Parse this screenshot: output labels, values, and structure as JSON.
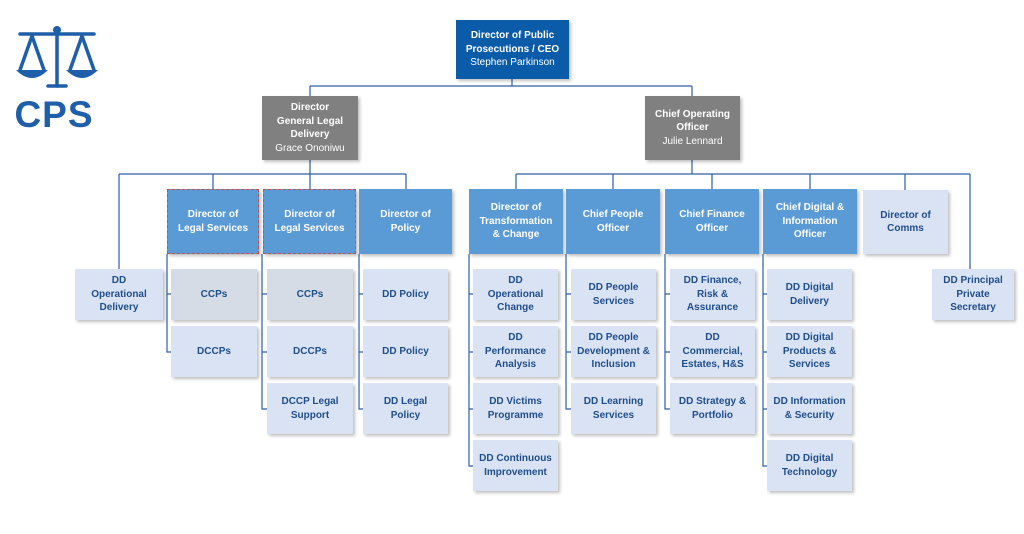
{
  "logo": {
    "text": "CPS",
    "icon": "scales-of-justice-icon",
    "color": "#1f5ea8"
  },
  "colors": {
    "top": "#0a5ba8",
    "level1": "#808080",
    "level2": "#5b9bd5",
    "level3": "#dae3f3",
    "line": "#2e5fa3"
  },
  "ceo": {
    "title": "Director of Public Prosecutions / CEO",
    "name": "Stephen Parkinson"
  },
  "dg_legal": {
    "title": "Director General Legal Delivery",
    "name": "Grace Ononiwu"
  },
  "coo": {
    "title": "Chief Operating Officer",
    "name": "Julie Lennard"
  },
  "legal_directors": [
    {
      "title": "Director of Legal Services",
      "children": [
        "CCPs",
        "DCCPs"
      ]
    },
    {
      "title": "Director of Legal Services",
      "children": [
        "CCPs",
        "DCCPs",
        "DCCP Legal Support"
      ]
    },
    {
      "title": "Director of Policy",
      "children": [
        "DD Policy",
        "DD Policy",
        "DD Legal Policy"
      ]
    }
  ],
  "dd_operational_delivery": "DD Operational Delivery",
  "ops_directors": [
    {
      "title": "Director of Transformation & Change",
      "children": [
        "DD Operational Change",
        "DD Performance Analysis",
        "DD Victims Programme",
        "DD Continuous Improvement"
      ]
    },
    {
      "title": "Chief People Officer",
      "children": [
        "DD People Services",
        "DD People Development & Inclusion",
        "DD Learning Services"
      ]
    },
    {
      "title": "Chief Finance Officer",
      "children": [
        "DD Finance, Risk & Assurance",
        "DD Commercial, Estates, H&S",
        "DD Strategy & Portfolio"
      ]
    },
    {
      "title": "Chief Digital & Information Officer",
      "children": [
        "DD Digital Delivery",
        "DD Digital Products & Services",
        "DD Information & Security",
        "DD Digital Technology"
      ]
    },
    {
      "title": "Director of Comms",
      "children": []
    }
  ],
  "dd_principal_private_secretary": "DD Principal Private Secretary"
}
